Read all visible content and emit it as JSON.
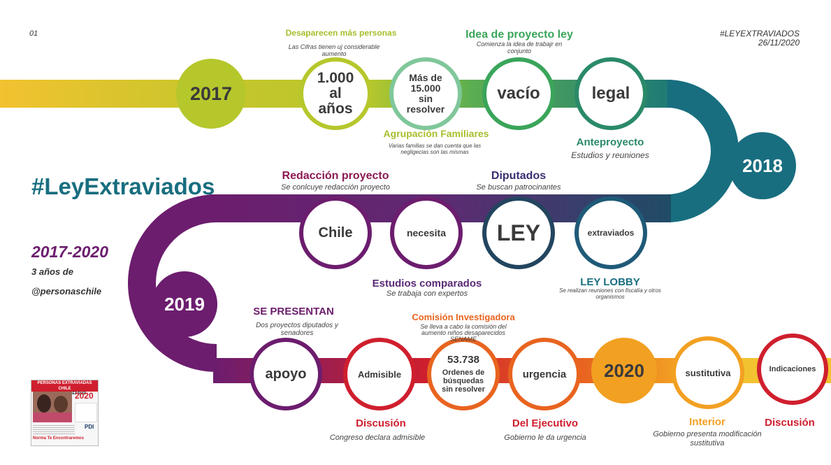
{
  "header": {
    "page_number": "01",
    "hashtag": "#LEYEXTRAVIADOS",
    "date": "26/11/2020"
  },
  "title": {
    "main": "#LeyExtraviados",
    "range": "2017-2020",
    "subtitle": "3 años de",
    "handle": "@personaschile"
  },
  "colors": {
    "yellow": "#f2c230",
    "lime": "#b6c72c",
    "green": "#3aa55a",
    "teal": "#186e7f",
    "navy": "#23455f",
    "purple": "#6c1d6e",
    "red": "#cf1f2e",
    "orange": "#e8641f",
    "amber": "#f2a022"
  },
  "years": {
    "y2017": "2017",
    "y2018": "2018",
    "y2019": "2019",
    "y2020": "2020"
  },
  "row1": [
    {
      "text": "1.000\nal\naños",
      "label": "Desaparecen más personas",
      "desc": "Las Cifras tienen uj considerable aumento"
    },
    {
      "text": "Más de\n15.000\nsin\nresolver",
      "label": "Agrupación Familiares",
      "desc": "Varias familias se dan cuenta que las negligecias  son las mismas"
    },
    {
      "text": "vacío",
      "label": "Idea de proyecto ley",
      "desc": "Comienza la idea de trabajr en conjunto"
    },
    {
      "text": "legal",
      "label": "Anteproyecto",
      "desc": "Estudios y reuniones"
    }
  ],
  "row2": [
    {
      "text": "Chile",
      "label": "Redacción proyecto",
      "desc": "Se conlcuye redacción proyecto"
    },
    {
      "text": "necesita",
      "label": "Estudios comparados",
      "desc": "Se trabaja con expertos"
    },
    {
      "text": "LEY",
      "label": "Diputados",
      "desc": "Se buscan patrocinantes"
    },
    {
      "text": "extraviados",
      "label": "LEY LOBBY",
      "desc": "Se realizan reuniones con fiscalía y otros organismos"
    }
  ],
  "row3": [
    {
      "text": "apoyo",
      "label": "SE PRESENTAN",
      "desc": "Dos proyectos diputados y senadores"
    },
    {
      "text": "Admisible",
      "label": "Discusión",
      "desc": "Congreso declara admisible"
    },
    {
      "text": "53.738",
      "text2": "Ordenes de\nbúsquedas\nsin resolver",
      "label": "Comisión Investigadora",
      "desc": "Se lleva a cabo la comisión del aumento niños  desaparecidos SENAME"
    },
    {
      "text": "urgencia",
      "label": "Del Ejecutivo",
      "desc": "Gobierno le da urgencia"
    },
    {
      "text": "sustitutiva",
      "label": "Interior",
      "desc": "Gobierno presenta modificación sustitutiva"
    },
    {
      "text": "Indicaciones",
      "label": "Discusión",
      "desc": ""
    }
  ],
  "poster": {
    "title": "PERSONAS EXTRAVIADAS CHILE",
    "name": "NORMA GONZALEZ RUIZ",
    "year": "2020",
    "footer": "Norma Te Encontraremos",
    "badge": "PDI"
  }
}
